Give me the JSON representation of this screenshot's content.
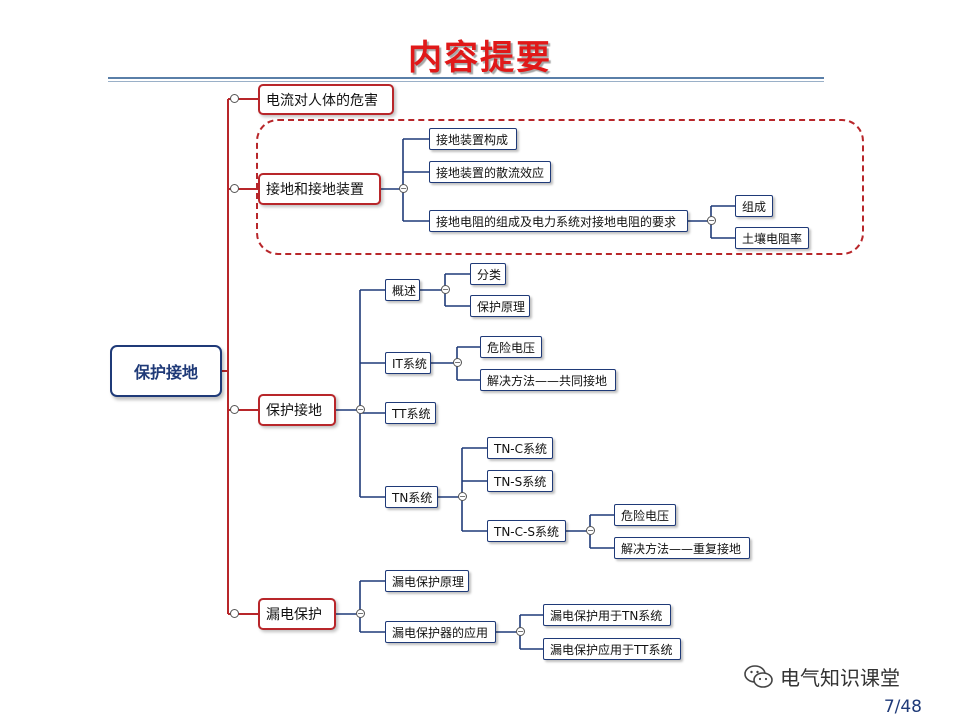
{
  "title": "内容提要",
  "root": "保护接地",
  "nodes": {
    "danger": "电流对人体的危害",
    "grounding_device": "接地和接地装置",
    "protective_grounding": "保护接地",
    "leakage_protection": "漏电保护",
    "device_composition": "接地装置构成",
    "device_diffusion": "接地装置的散流效应",
    "resistance_requirements": "接地电阻的组成及电力系统对接地电阻的要求",
    "composition": "组成",
    "soil_resistivity": "土壤电阻率",
    "overview": "概述",
    "classification": "分类",
    "principle": "保护原理",
    "it_system": "IT系统",
    "it_danger_voltage": "危险电压",
    "it_solution": "解决方法——共同接地",
    "tt_system": "TT系统",
    "tn_system": "TN系统",
    "tn_c": "TN-C系统",
    "tn_s": "TN-S系统",
    "tn_c_s": "TN-C-S系统",
    "tncs_danger_voltage": "危险电压",
    "tncs_solution": "解决方法——重复接地",
    "leakage_principle": "漏电保护原理",
    "leakage_application": "漏电保护器的应用",
    "leakage_tn": "漏电保护用于TN系统",
    "leakage_tt": "漏电保护应用于TT系统"
  },
  "collapse_symbol": "−",
  "watermark": "电气知识课堂",
  "page_number": "7/48",
  "colors": {
    "title": "#e01818",
    "root_border": "#1f3a78",
    "level1_border": "#b8262a",
    "level2_border": "#1f3a78",
    "connector_red": "#b8262a",
    "connector_blue": "#1f3a78"
  }
}
